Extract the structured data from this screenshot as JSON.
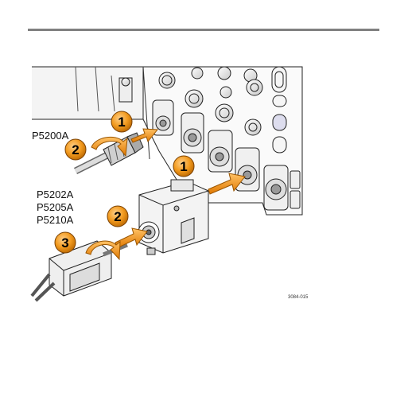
{
  "labels": {
    "probe_group_1": "P5200A",
    "probe_group_2": [
      "P5202A",
      "P5205A",
      "P5210A"
    ]
  },
  "steps": {
    "top_step1": "1",
    "top_step2": "2",
    "bottom_step1": "1",
    "bottom_step2": "2",
    "bottom_step3": "3"
  },
  "figure_id": "3084-015",
  "colors": {
    "callout": "#f29a1e",
    "callout_dark": "#8a4c00",
    "arrow": "#f08a12",
    "rule": "#808080"
  }
}
